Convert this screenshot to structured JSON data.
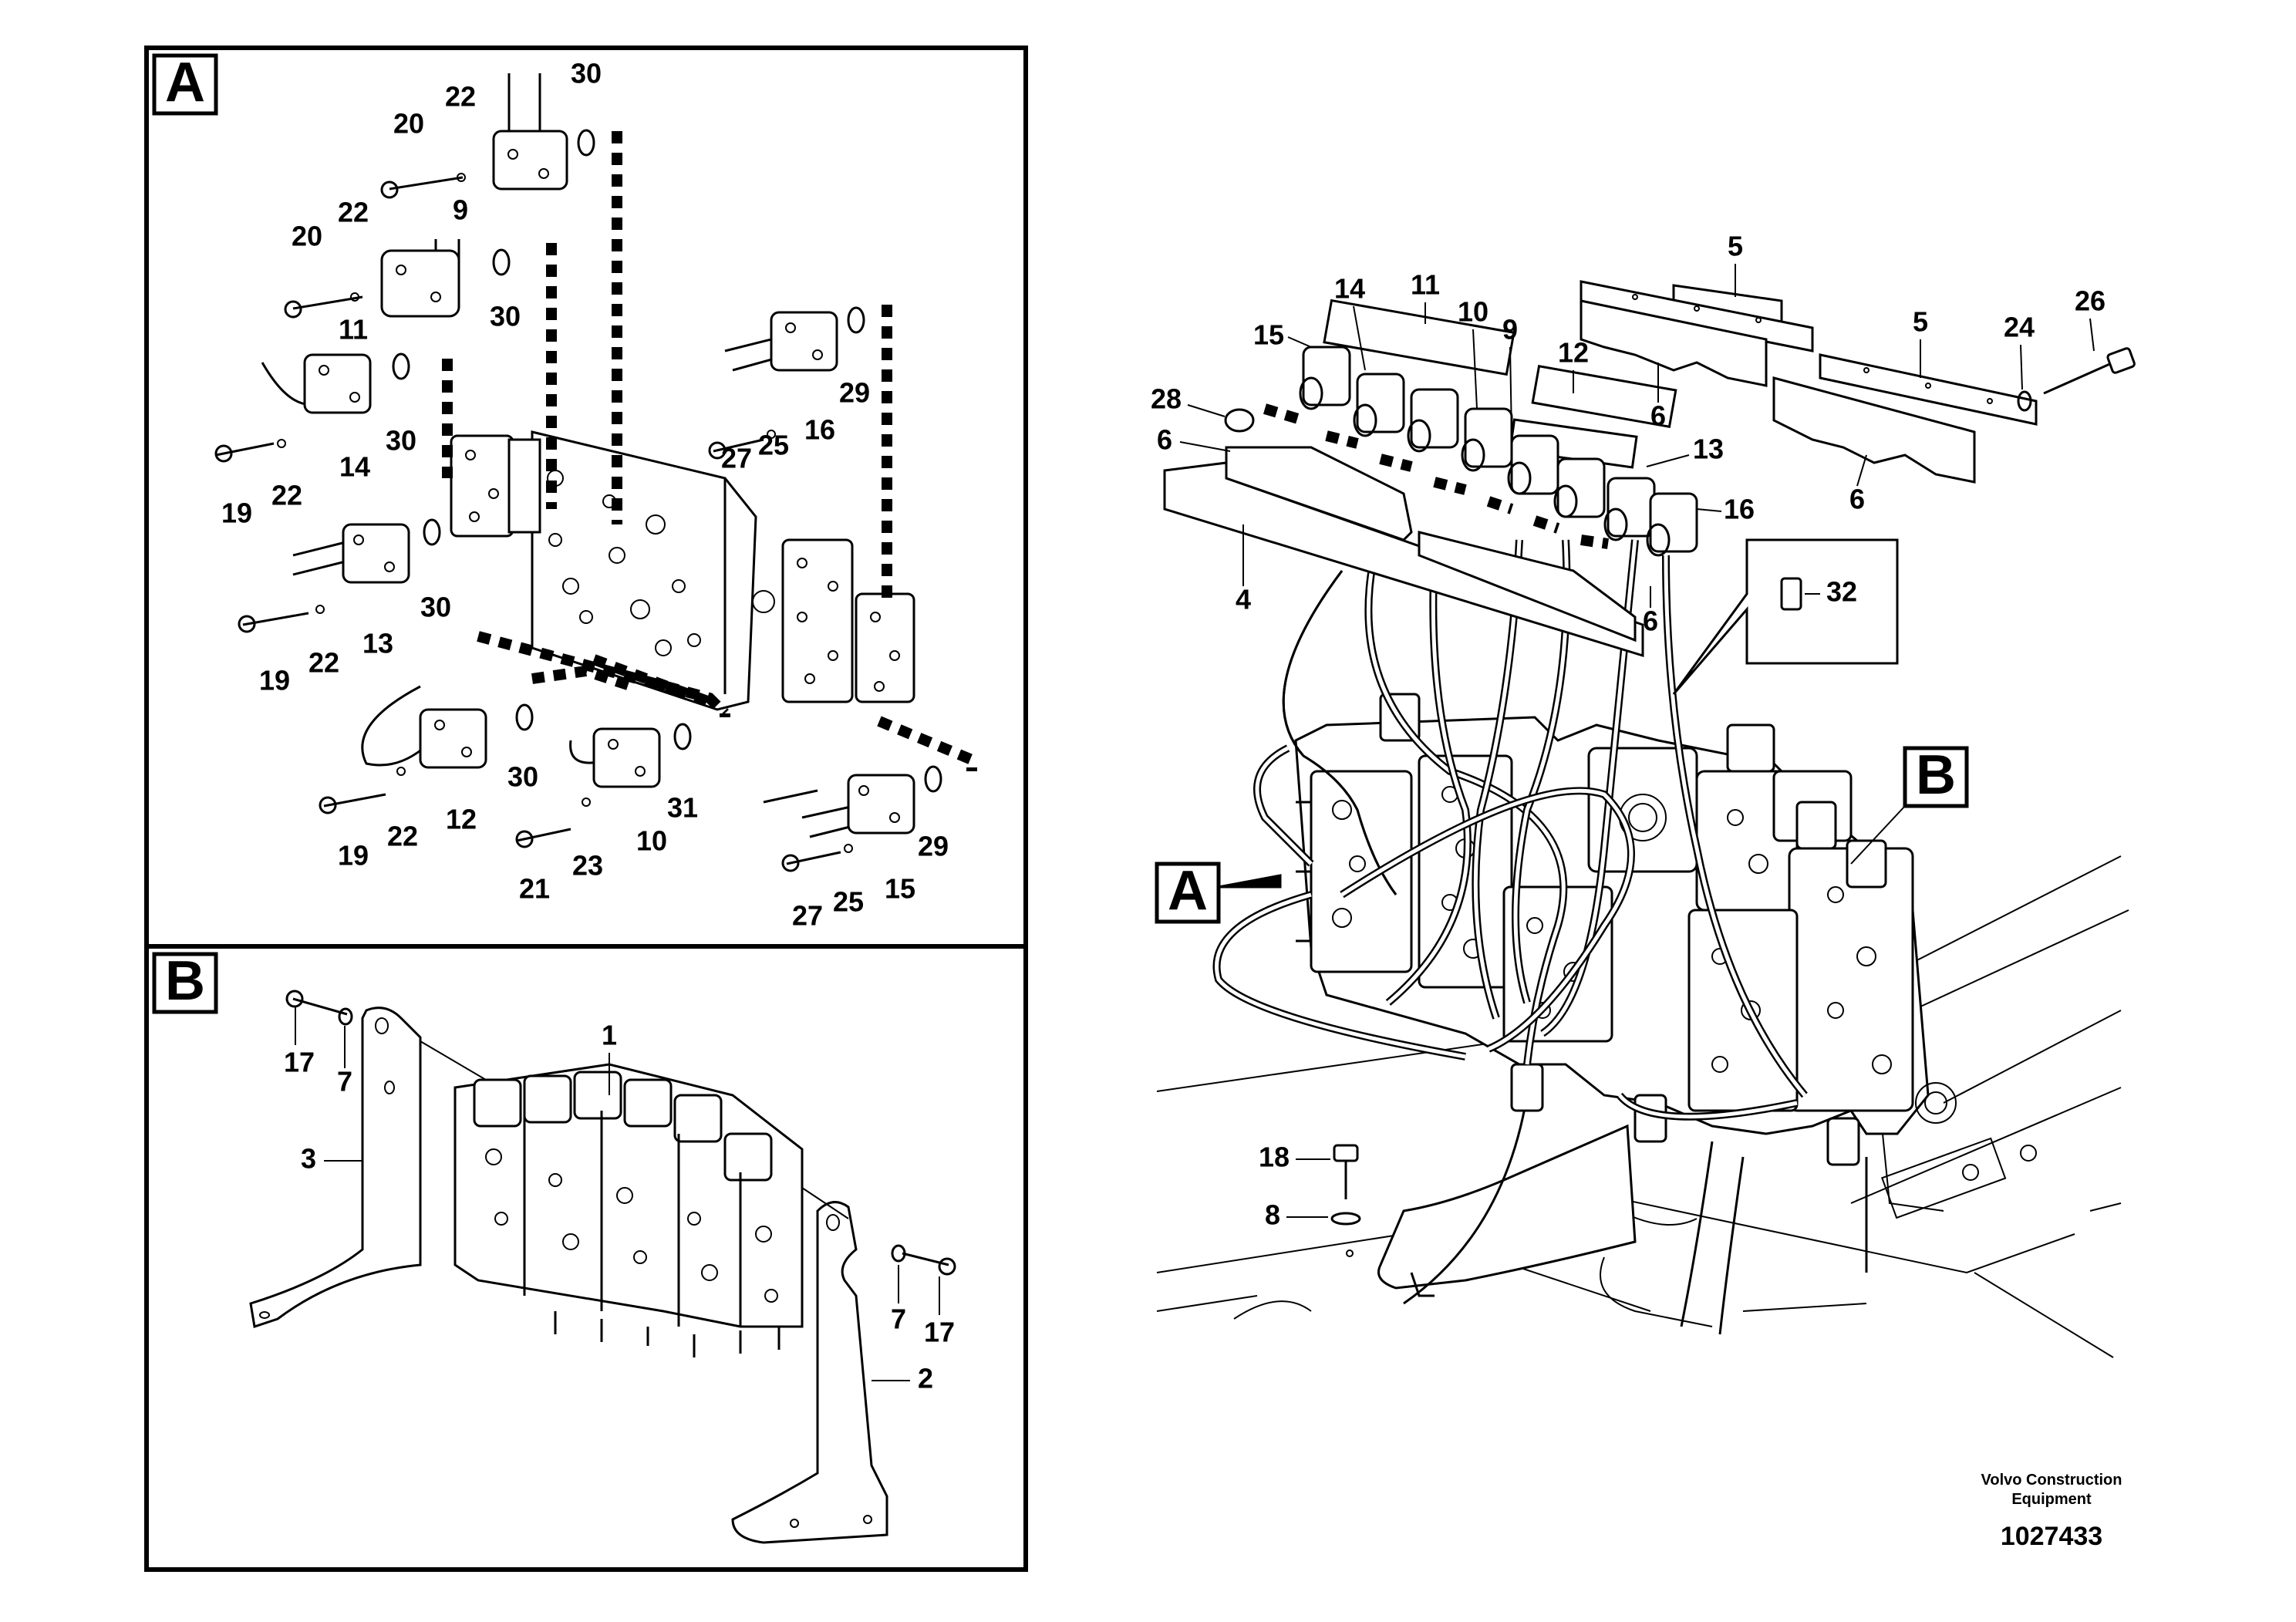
{
  "panel_a": {
    "letter": "A",
    "labels": [
      "30",
      "20",
      "22",
      "9",
      "22",
      "20",
      "11",
      "30",
      "29",
      "27",
      "25",
      "16",
      "30",
      "14",
      "22",
      "19",
      "30",
      "13",
      "22",
      "19",
      "30",
      "12",
      "22",
      "19",
      "31",
      "10",
      "23",
      "21",
      "29",
      "15",
      "25",
      "27"
    ]
  },
  "panel_b": {
    "letter": "B",
    "labels": [
      "1",
      "17",
      "7",
      "3",
      "7",
      "17",
      "2"
    ]
  },
  "main": {
    "labels": [
      "5",
      "14",
      "11",
      "10",
      "9",
      "15",
      "12",
      "5",
      "26",
      "24",
      "28",
      "6",
      "13",
      "16",
      "6",
      "4",
      "6",
      "6",
      "32",
      "18",
      "8"
    ],
    "callout_a": "A",
    "callout_b": "B"
  },
  "footer": {
    "company_line1": "Volvo Construction",
    "company_line2": "Equipment",
    "figure_number": "1027433"
  }
}
